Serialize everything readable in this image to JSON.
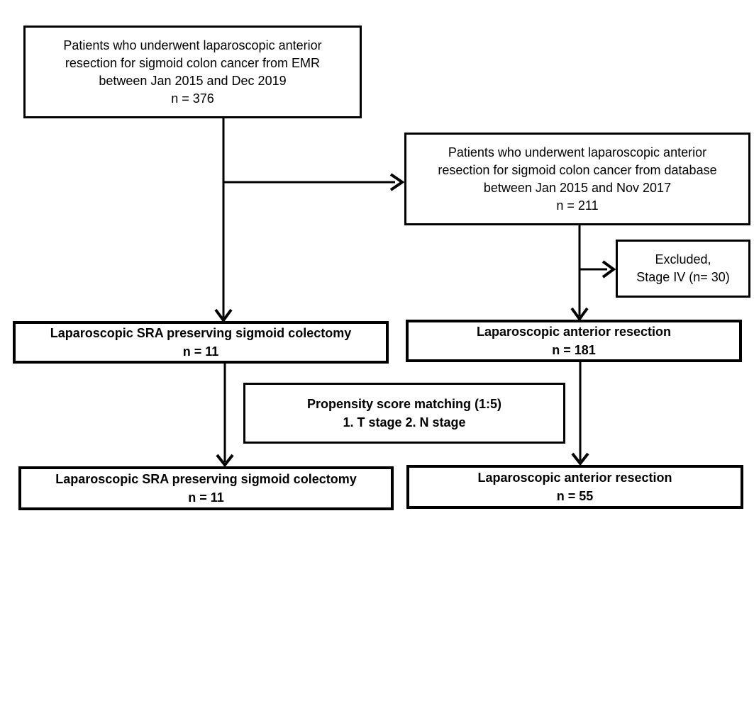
{
  "diagram": {
    "type": "flowchart",
    "colors": {
      "background": "#ffffff",
      "box_fill": "#ffffff",
      "border": "#000000",
      "line": "#000000",
      "text": "#000000"
    },
    "boxes": {
      "emr": {
        "text": "Patients who underwent laparoscopic anterior\nresection for sigmoid colon cancer from EMR\nbetween Jan 2015 and Dec 2019\nn = 376"
      },
      "database": {
        "text": "Patients who underwent laparoscopic anterior\nresection for sigmoid colon cancer from database\nbetween Jan 2015 and Nov 2017\nn = 211"
      },
      "excluded": {
        "text": "Excluded,\nStage IV (n= 30)"
      },
      "sra_pre": {
        "text": "Laparoscopic SRA preserving sigmoid colectomy\nn = 11"
      },
      "lar_pre": {
        "text": "Laparoscopic anterior resection\nn = 181"
      },
      "psm": {
        "text": "Propensity score matching (1:5)\n1. T stage 2. N stage"
      },
      "sra_post": {
        "text": "Laparoscopic SRA preserving sigmoid colectomy\nn = 11"
      },
      "lar_post": {
        "text": "Laparoscopic anterior resection\nn = 55"
      }
    },
    "edges": [
      {
        "from": "emr",
        "to": "sra_pre"
      },
      {
        "from": "emr",
        "to": "database"
      },
      {
        "from": "database",
        "to": "lar_pre"
      },
      {
        "from": "database",
        "to": "excluded"
      },
      {
        "from": "sra_pre",
        "to": "sra_post"
      },
      {
        "from": "lar_pre",
        "to": "lar_post"
      }
    ]
  }
}
